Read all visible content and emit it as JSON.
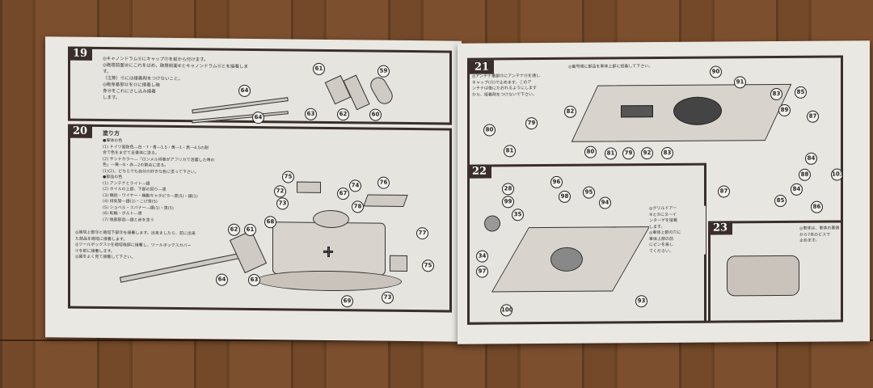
{
  "left_page": {
    "step19": {
      "number": "19",
      "text": "◎キャノンドラム⑪にキャップ⑰を前から付けます。\n◎砲塔前面⑳にこれをはめ、砲塔前面⑥とキャノンドラム⑪とを接着します。\n（注意）⑪には接着剤をつけないこと。\n◎砲身基部⑫を⑪に接着し砲\n身⑭をこれにさし込み接着\nします。",
      "parts": [
        "61",
        "59",
        "64",
        "63",
        "62",
        "60",
        "64"
      ]
    },
    "step20": {
      "number": "20",
      "title": "塗り方",
      "text": "●車体の色\n(1) ドイツ国防色―白・7・青―1.5・黄―1・黒―4.5の割\n合で色をまぜて全車体に塗る。\n(2) サンドカラー―「ロンメル将軍がアフリカで活躍した時の\n色」―黄―8・赤―2の割合に塗る。\n(1)(2)、どちらでも自分の好きな色に塗って下さい。\n●部品の色\n(1) アンテナとライト―銀\n(2) ホイルの上部、下部の回り―黒\n(3) 機銃・ワイヤー・機動キャタピラ―黒(5)・銀(1)\n(4) 排気管―銀(1)・こげ茶(5)\n(5) ショベル・スパナー―銀(1)・黒(5)\n(6) 転輪・ボルト―黒\n(7) 後部部品―銀と赤を塗う",
      "note": "◎砲塔上部⑱と砲塔下部⑬を接着します。出来ましたら、前に出来\nた部品を砲塔に接着します。\n◎ツールボックス⑦を砲塔後部に接着し、ツールボックスカバー\n⑦を前に接着します。\n◎図をよく見て接着して下さい。",
      "parts": [
        "75",
        "74",
        "76",
        "72",
        "73",
        "67",
        "78",
        "68",
        "77",
        "62",
        "61",
        "64",
        "63",
        "69",
        "73",
        "75"
      ]
    }
  },
  "right_page": {
    "step21": {
      "number": "21",
      "text": "◎アンテナ基部⑪にアンテナ⑪を通し\nキャップ(⑪)で止めます。このア\nンテナは後にたおれるようにします\nから、接着剤をつけないで下さい。",
      "top_note": "◎番号順に部品を車体上部に接着して下さい。",
      "parts": [
        "90",
        "91",
        "83",
        "85",
        "82",
        "89",
        "87",
        "79",
        "80",
        "81",
        "80",
        "81",
        "79",
        "92",
        "83",
        "84",
        "88",
        "103",
        "87",
        "85",
        "84",
        "86"
      ]
    },
    "step22": {
      "number": "22",
      "text": "◎グリルドアー\n⑨と⑤にヌーイ\nンターゲを接着\nします。\n◎車体上部の穴に\n車体上部の前\nにピンを差し\nてください。",
      "parts": [
        "96",
        "28",
        "99",
        "98",
        "95",
        "94",
        "35",
        "34",
        "97",
        "93",
        "100"
      ]
    },
    "step23": {
      "number": "23",
      "text": "◎車体は、車体の裏側\nから7本のビスで\n止めます。"
    }
  }
}
